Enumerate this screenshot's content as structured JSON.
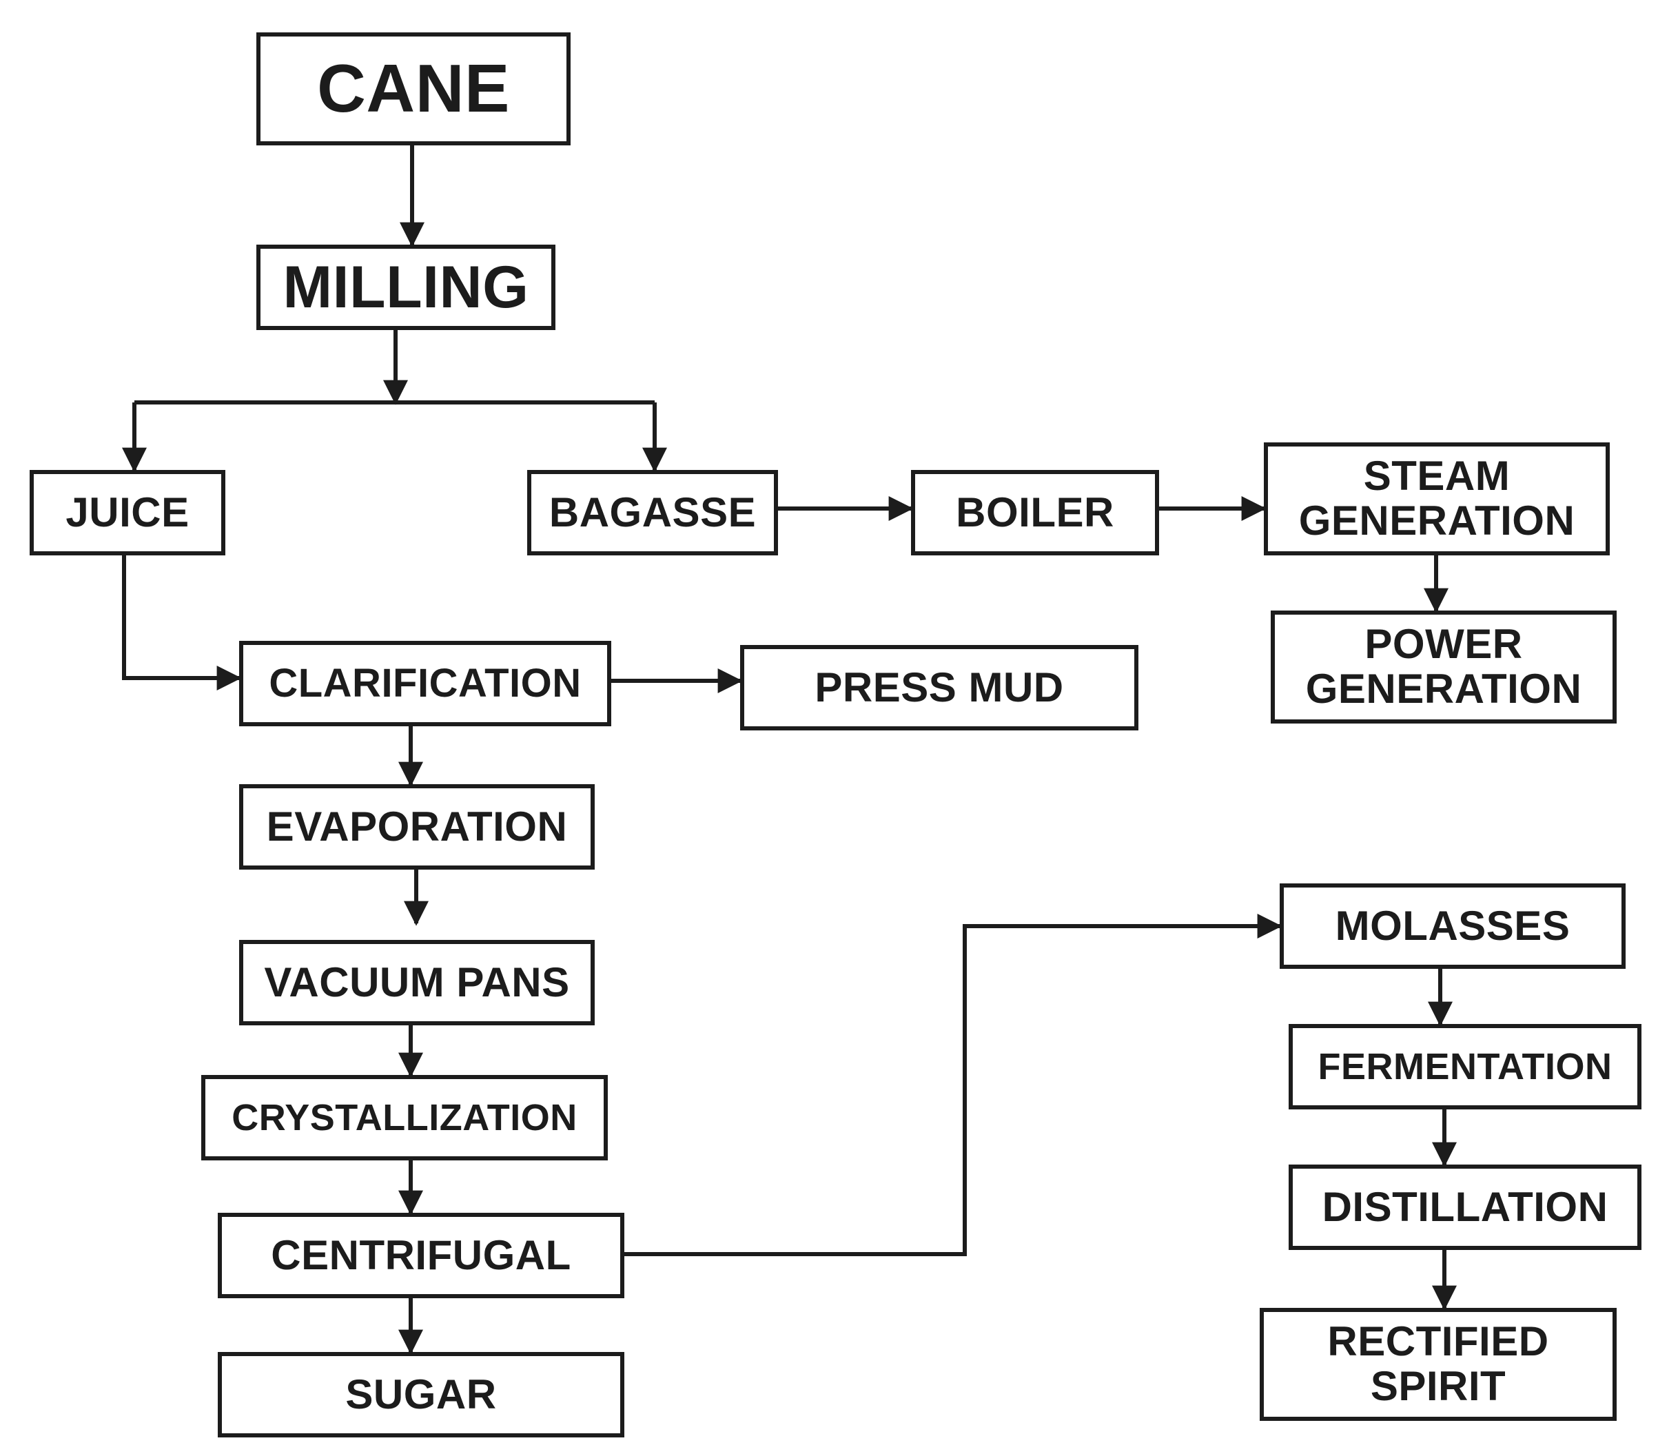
{
  "diagram": {
    "type": "flowchart",
    "nodes": [
      {
        "id": "cane",
        "label": "CANE"
      },
      {
        "id": "milling",
        "label": "MILLING"
      },
      {
        "id": "juice",
        "label": "JUICE"
      },
      {
        "id": "bagasse",
        "label": "BAGASSE"
      },
      {
        "id": "boiler",
        "label": "BOILER"
      },
      {
        "id": "steam",
        "label": "STEAM\nGENERATION"
      },
      {
        "id": "power",
        "label": "POWER\nGENERATION"
      },
      {
        "id": "clarification",
        "label": "CLARIFICATION"
      },
      {
        "id": "pressmud",
        "label": "PRESS MUD"
      },
      {
        "id": "evaporation",
        "label": "EVAPORATION"
      },
      {
        "id": "vacuum",
        "label": "VACUUM PANS"
      },
      {
        "id": "crystallization",
        "label": "CRYSTALLIZATION"
      },
      {
        "id": "centrifugal",
        "label": "CENTRIFUGAL"
      },
      {
        "id": "sugar",
        "label": "SUGAR"
      },
      {
        "id": "molasses",
        "label": "MOLASSES"
      },
      {
        "id": "fermentation",
        "label": "FERMENTATION"
      },
      {
        "id": "distillation",
        "label": "DISTILLATION"
      },
      {
        "id": "rectified",
        "label": "RECTIFIED\nSPIRIT"
      }
    ],
    "edges": [
      {
        "from": "cane",
        "to": "milling"
      },
      {
        "from": "milling",
        "to": "juice"
      },
      {
        "from": "milling",
        "to": "bagasse"
      },
      {
        "from": "bagasse",
        "to": "boiler"
      },
      {
        "from": "boiler",
        "to": "steam"
      },
      {
        "from": "steam",
        "to": "power"
      },
      {
        "from": "juice",
        "to": "clarification"
      },
      {
        "from": "clarification",
        "to": "pressmud"
      },
      {
        "from": "clarification",
        "to": "evaporation"
      },
      {
        "from": "evaporation",
        "to": "vacuum"
      },
      {
        "from": "vacuum",
        "to": "crystallization"
      },
      {
        "from": "crystallization",
        "to": "centrifugal"
      },
      {
        "from": "centrifugal",
        "to": "sugar"
      },
      {
        "from": "centrifugal",
        "to": "molasses"
      },
      {
        "from": "molasses",
        "to": "fermentation"
      },
      {
        "from": "fermentation",
        "to": "distillation"
      },
      {
        "from": "distillation",
        "to": "rectified"
      }
    ],
    "colors": {
      "stroke": "#1c1c1c",
      "background": "#ffffff"
    }
  }
}
